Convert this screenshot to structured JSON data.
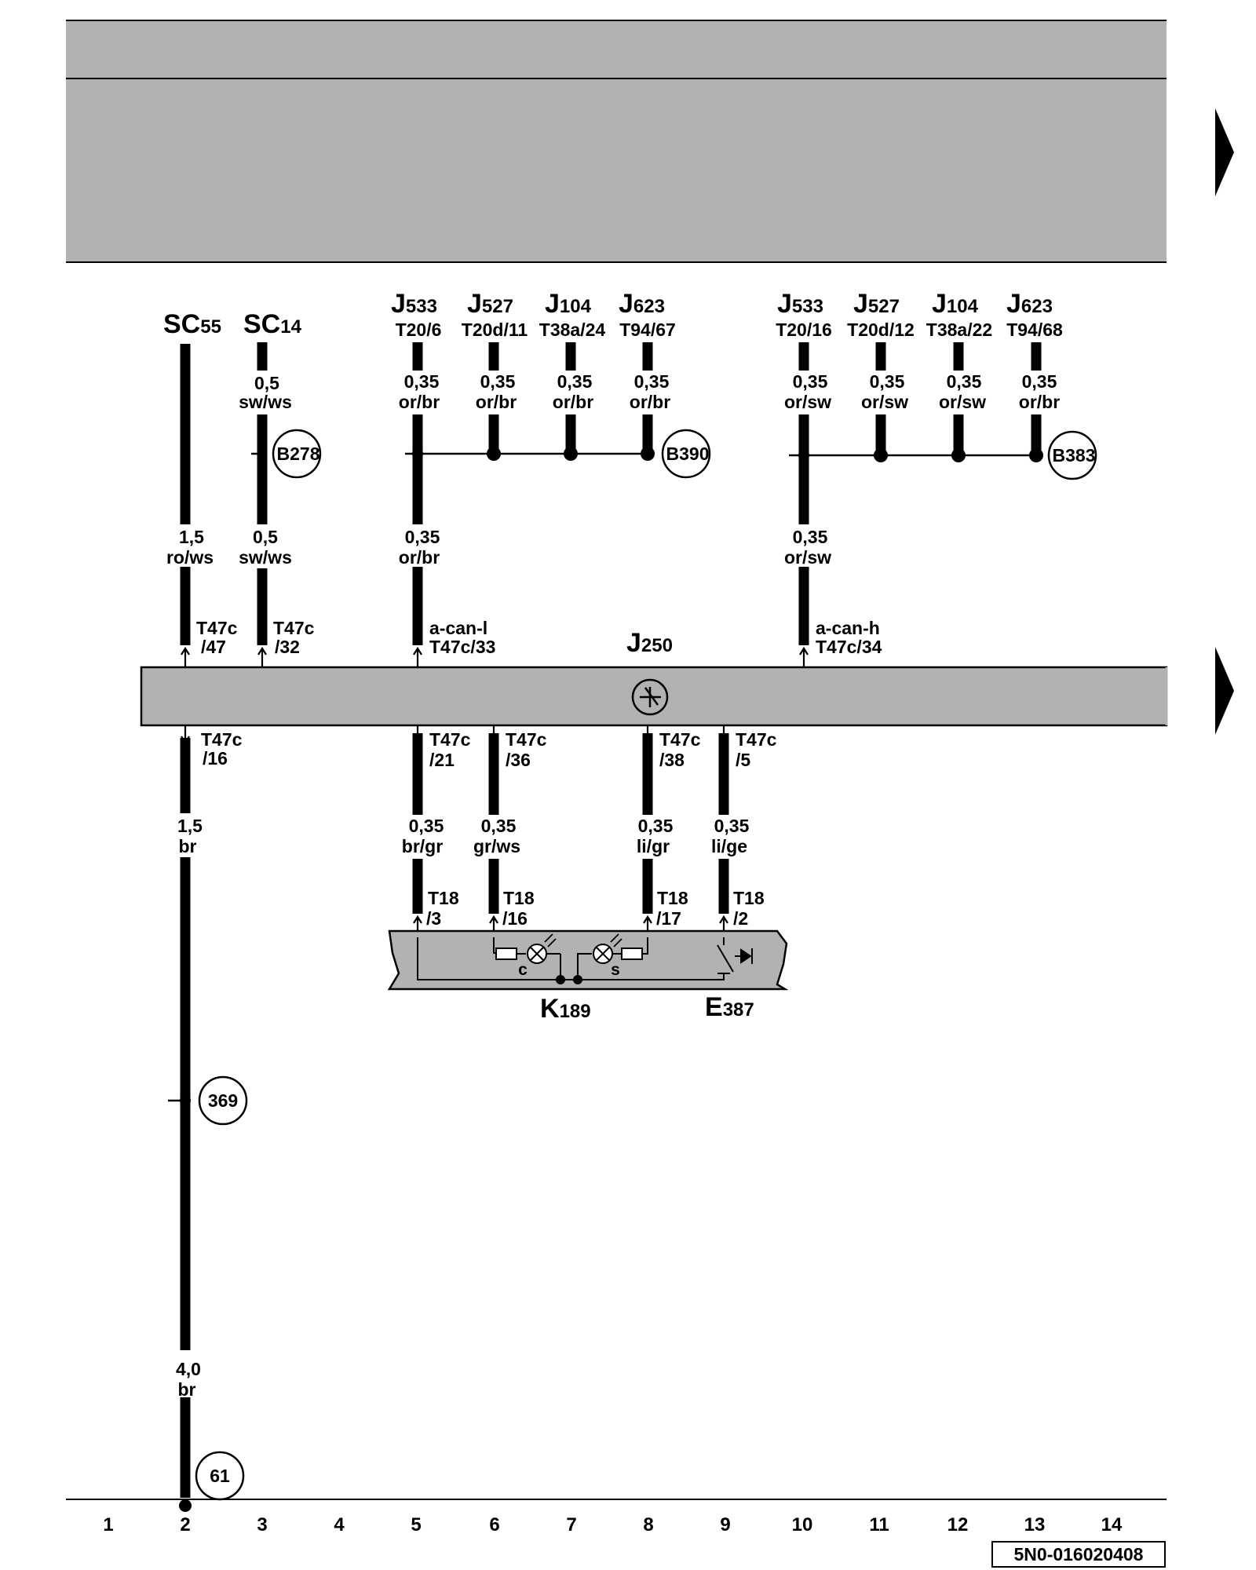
{
  "diagram_code": "5N0-016020408",
  "columns": [
    "1",
    "2",
    "3",
    "4",
    "5",
    "6",
    "7",
    "8",
    "9",
    "10",
    "11",
    "12",
    "13",
    "14"
  ],
  "top_connectors": [
    {
      "main": "SC",
      "sub": "55",
      "pin": ""
    },
    {
      "main": "SC",
      "sub": "14",
      "pin": ""
    },
    {
      "main": "J",
      "sub": "533",
      "pin": "T20/6"
    },
    {
      "main": "J",
      "sub": "527",
      "pin": "T20d/11"
    },
    {
      "main": "J",
      "sub": "104",
      "pin": "T38a/24"
    },
    {
      "main": "J",
      "sub": "623",
      "pin": "T94/67"
    },
    {
      "main": "J",
      "sub": "533",
      "pin": "T20/16"
    },
    {
      "main": "J",
      "sub": "527",
      "pin": "T20d/12"
    },
    {
      "main": "J",
      "sub": "104",
      "pin": "T38a/22"
    },
    {
      "main": "J",
      "sub": "623",
      "pin": "T94/68"
    }
  ],
  "wire_labels": [
    {
      "size": "0,5",
      "color": "sw/ws"
    },
    {
      "size": "0,35",
      "color": "or/br"
    },
    {
      "size": "0,35",
      "color": "or/br"
    },
    {
      "size": "0,35",
      "color": "or/br"
    },
    {
      "size": "0,35",
      "color": "or/br"
    },
    {
      "size": "0,35",
      "color": "or/sw"
    },
    {
      "size": "0,35",
      "color": "or/sw"
    },
    {
      "size": "0,35",
      "color": "or/sw"
    },
    {
      "size": "0,35",
      "color": "or/br"
    },
    {
      "size": "1,5",
      "color": "ro/ws"
    },
    {
      "size": "0,5",
      "color": "sw/ws"
    },
    {
      "size": "0,35",
      "color": "or/br"
    },
    {
      "size": "0,35",
      "color": "or/sw"
    },
    {
      "size": "1,5",
      "color": "br"
    },
    {
      "size": "0,35",
      "color": "br/gr"
    },
    {
      "size": "0,35",
      "color": "gr/ws"
    },
    {
      "size": "0,35",
      "color": "li/gr"
    },
    {
      "size": "0,35",
      "color": "li/ge"
    },
    {
      "size": "4,0",
      "color": "br"
    }
  ],
  "connection_points": [
    "B278",
    "B390",
    "B383",
    "369",
    "61"
  ],
  "control_unit": {
    "main": "J",
    "sub": "250"
  },
  "upper_pins": [
    {
      "l1": "T47c",
      "l2": "/47"
    },
    {
      "l1": "T47c",
      "l2": "/32"
    },
    {
      "l1": "a-can-l",
      "l2": "T47c/33"
    },
    {
      "l1": "a-can-h",
      "l2": "T47c/34"
    }
  ],
  "lower_pins": [
    {
      "l1": "T47c",
      "l2": "/16"
    },
    {
      "l1": "T47c",
      "l2": "/21"
    },
    {
      "l1": "T47c",
      "l2": "/36"
    },
    {
      "l1": "T47c",
      "l2": "/38"
    },
    {
      "l1": "T47c",
      "l2": "/5"
    }
  ],
  "t18_pins": [
    {
      "l1": "T18",
      "l2": "/3"
    },
    {
      "l1": "T18",
      "l2": "/16"
    },
    {
      "l1": "T18",
      "l2": "/17"
    },
    {
      "l1": "T18",
      "l2": "/2"
    }
  ],
  "switch_module": {
    "components": [
      {
        "main": "K",
        "sub": "189"
      },
      {
        "main": "E",
        "sub": "387"
      }
    ],
    "lamp_labels": [
      "c",
      "s"
    ]
  }
}
